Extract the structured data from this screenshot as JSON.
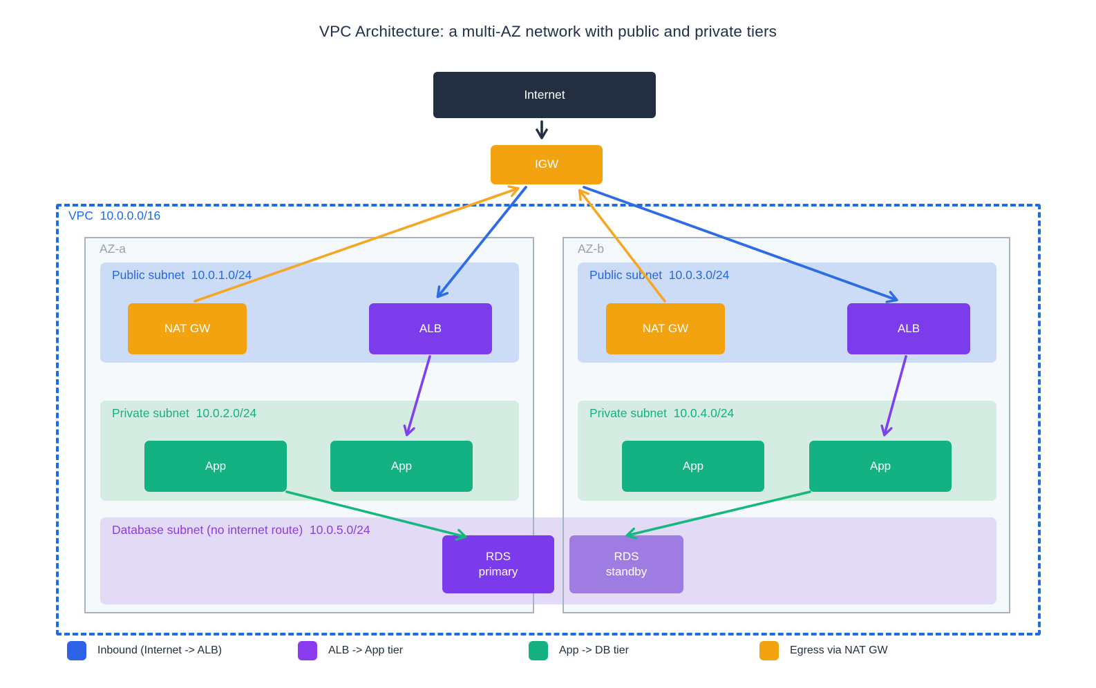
{
  "title": "VPC Architecture: a multi-AZ network with public and private tiers",
  "internet": {
    "label": "Internet"
  },
  "igw": {
    "label": "IGW"
  },
  "vpc": {
    "label": "VPC  10.0.0.0/16"
  },
  "azs": [
    {
      "name": "AZ-a",
      "public_subnet": {
        "label": "Public subnet  10.0.1.0/24",
        "nat_gw": "NAT GW",
        "alb": "ALB"
      },
      "private_subnet": {
        "label": "Private subnet  10.0.2.0/24",
        "app_left": "App",
        "app_right": "App"
      }
    },
    {
      "name": "AZ-b",
      "public_subnet": {
        "label": "Public subnet  10.0.3.0/24",
        "nat_gw": "NAT GW",
        "alb": "ALB"
      },
      "private_subnet": {
        "label": "Private subnet  10.0.4.0/24",
        "app_left": "App",
        "app_right": "App"
      }
    }
  ],
  "database_subnet": {
    "label": "Database subnet (no internet route)  10.0.5.0/24",
    "rds_primary": {
      "line1": "RDS",
      "line2": "primary"
    },
    "rds_standby": {
      "line1": "RDS",
      "line2": "standby"
    }
  },
  "legend": [
    {
      "label": "Inbound (Internet -> ALB)",
      "color": "#2e63e8"
    },
    {
      "label": "ALB -> App tier",
      "color": "#8b3cf0"
    },
    {
      "label": "App -> DB tier",
      "color": "#14b182"
    },
    {
      "label": "Egress via NAT GW",
      "color": "#f2a30f"
    }
  ],
  "colors": {
    "title_text": "#20304a",
    "internet_bg": "#232f40",
    "orange": "#f2a30f",
    "violet": "#7d3cec",
    "rds_primary": "#7c3aed",
    "rds_standby": "#9f7ce1",
    "green": "#14b182",
    "public_subnet_bg": "#ccdbf6",
    "private_subnet_bg": "#d5ece2",
    "db_subnet_bg": "#e3daf6",
    "az_bg": "#f6f9fc",
    "az_border": "#a7b2c0",
    "vpc_border": "#1c6ce6",
    "arrow_blue": "#2e6ce6",
    "arrow_navy": "#24303f",
    "arrow_purple": "#7d40f2",
    "arrow_green": "#17b87f",
    "arrow_orange": "#f5a623"
  }
}
